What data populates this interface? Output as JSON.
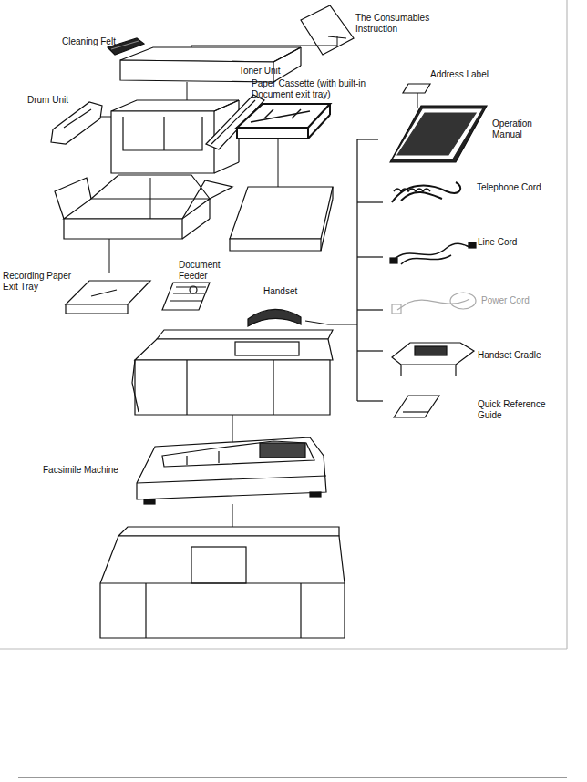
{
  "diagram": {
    "labels": [
      "The Consumables Instruction",
      "Cleaning Felt",
      "Toner Unit",
      "Address Label",
      "Drum Unit",
      "Paper Cassette (with built-in Document exit tray)",
      "Operation Manual",
      "Telephone Cord",
      "Line Cord",
      "Power Cord",
      "Handset Cradle",
      "Quick Reference Guide",
      "Recording Paper Exit Tray",
      "Document Feeder",
      "Handset",
      "Facsimile Machine"
    ]
  }
}
